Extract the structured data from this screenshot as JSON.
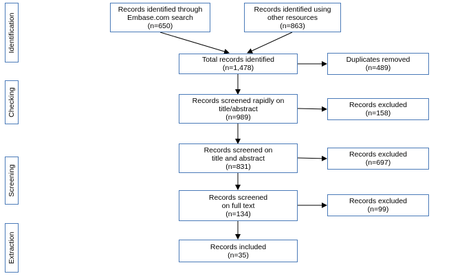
{
  "stages": {
    "identification": "Identification",
    "checking": "Checking",
    "screening": "Screening",
    "extraction": "Extraction"
  },
  "boxes": {
    "embase": {
      "lines": [
        "Records identified through",
        "Embase.com search",
        "(n=650)"
      ]
    },
    "other": {
      "lines": [
        "Records identified using",
        "other resources",
        "(n=863)"
      ]
    },
    "total": {
      "lines": [
        "Total records identified",
        "(n=1,478)"
      ]
    },
    "duplicates": {
      "lines": [
        "Duplicates removed",
        "(n=489)"
      ]
    },
    "rapid": {
      "lines": [
        "Records screened rapidly on",
        "title/abstract",
        "(n=989)"
      ]
    },
    "excluded1": {
      "lines": [
        "Records excluded",
        "(n=158)"
      ]
    },
    "titleabs": {
      "lines": [
        "Records screened on",
        "title and abstract",
        "(n=831)"
      ]
    },
    "excluded2": {
      "lines": [
        "Records excluded",
        "(n=697)"
      ]
    },
    "fulltext": {
      "lines": [
        "Records screened",
        "on full text",
        "(n=134)"
      ]
    },
    "excluded3": {
      "lines": [
        "Records excluded",
        "(n=99)"
      ]
    },
    "included": {
      "lines": [
        "Records included",
        "(n=35)"
      ]
    }
  },
  "colors": {
    "border": "#4a7ab8",
    "arrow": "#000000"
  }
}
